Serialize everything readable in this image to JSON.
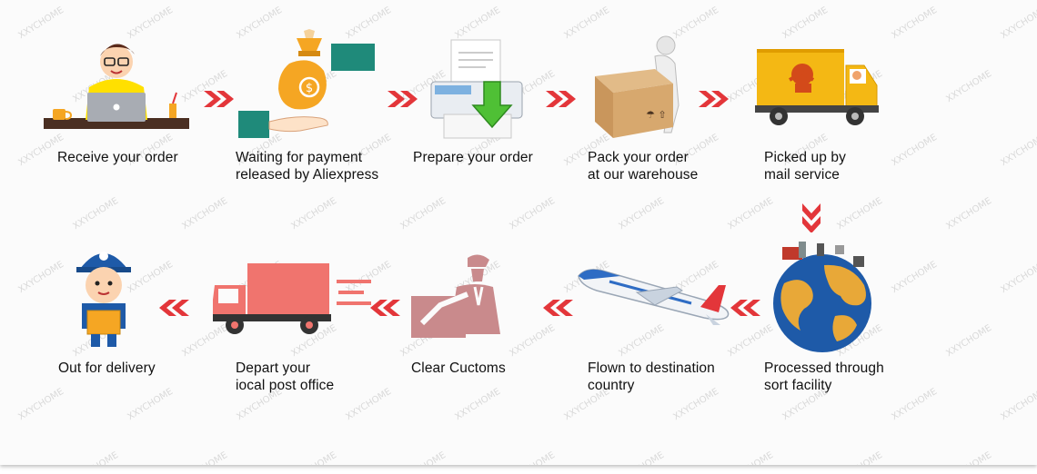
{
  "steps": [
    {
      "id": "receive",
      "label": "Receive your order"
    },
    {
      "id": "payment",
      "label": "Waiting for payment\nreleased by Aliexpress"
    },
    {
      "id": "prepare",
      "label": "Prepare your order"
    },
    {
      "id": "pack",
      "label": "Pack your order\nat our warehouse"
    },
    {
      "id": "pickup",
      "label": "Picked up by\nmail service"
    },
    {
      "id": "sort",
      "label": "Processed through\nsort facility"
    },
    {
      "id": "flown",
      "label": "Flown to destination\ncountry"
    },
    {
      "id": "customs",
      "label": "Clear Cuctoms"
    },
    {
      "id": "depart",
      "label": "Depart your\niocal post office"
    },
    {
      "id": "delivery",
      "label": "Out for delivery"
    }
  ],
  "watermark": "XXYCHOME",
  "colors": {
    "arrow": "#e3363a",
    "pink": "#f0746e",
    "customs": "#c98a8c",
    "yellow": "#f4b814",
    "blue": "#1e5aa8"
  }
}
